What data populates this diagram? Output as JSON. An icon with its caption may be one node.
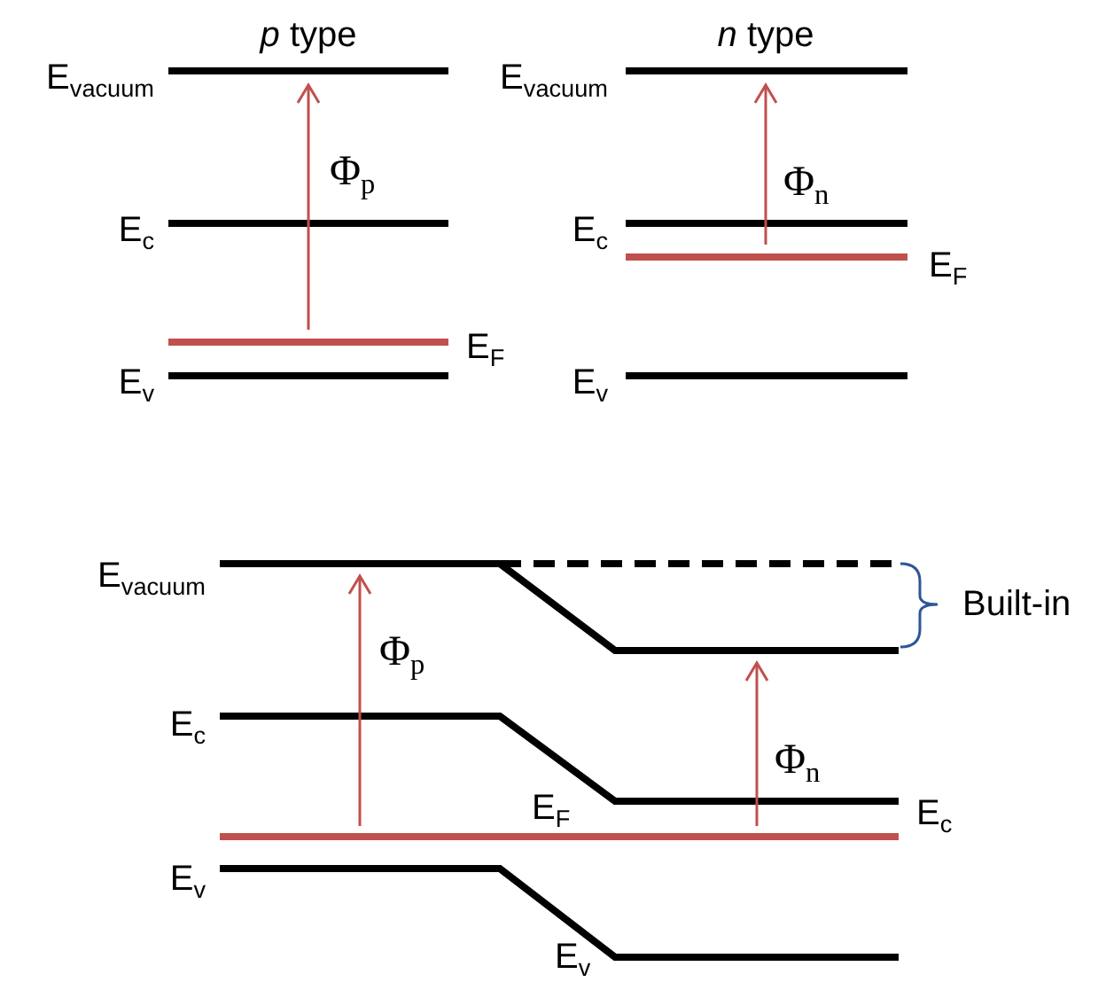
{
  "diagram": {
    "labels": [
      "*p* type",
      "*n* type",
      "E$_{vacuum}$",
      "E$_{vacuum}$",
      "Φ$_{p}$",
      "Φ$_{n}$",
      "E$_{c}$",
      "E$_{c}$",
      "E$_{F}$",
      "E$_{F}$",
      "E$_{v}$",
      "E$_{v}$",
      "E$_{vacuum}$",
      "Built-in",
      "Φ$_{p}$",
      "E$_{c}$",
      "Φ$_{n}$",
      "E$_{F}$",
      "E$_{c}$",
      "E$_{v}$",
      "E$_{v}$"
    ]
  }
}
